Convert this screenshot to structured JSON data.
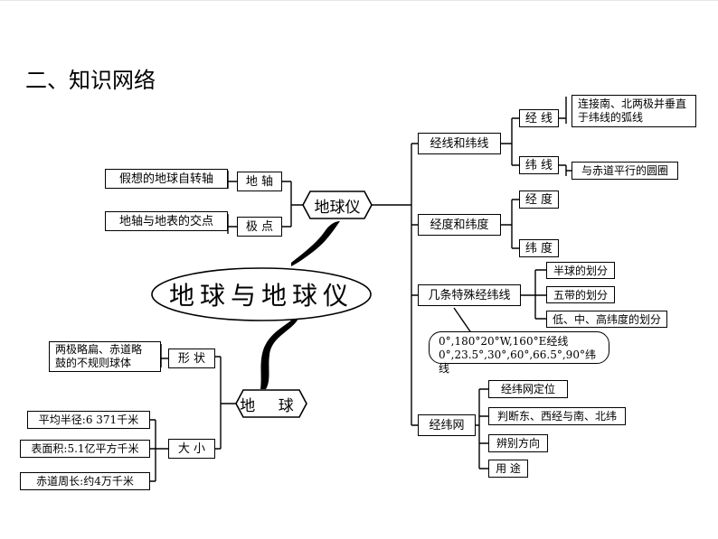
{
  "heading": "二、知识网络",
  "center": "地球与地球仪",
  "globe": {
    "label": "地球仪",
    "axis": {
      "label": "地 轴",
      "note": "假想的地球自转轴"
    },
    "pole": {
      "label": "极 点",
      "note": "地轴与地表的交点"
    },
    "lines": {
      "label": "经线和纬线",
      "meridian": {
        "label": "经 线",
        "note_line1": "连接南、北两极并垂直",
        "note_line2": "于纬线的弧线"
      },
      "parallel": {
        "label": "纬 线",
        "note": "与赤道平行的圆圈"
      }
    },
    "degrees": {
      "label": "经度和纬度",
      "longitude": "经 度",
      "latitude": "纬 度"
    },
    "special": {
      "label": "几条特殊经纬线",
      "items": [
        "半球的划分",
        "五带的划分",
        "低、中、高纬度的划分"
      ],
      "callout_line1": "0°,180°20°W,160°E经线",
      "callout_line2": "0°,23.5°,30°,60°,66.5°,90°纬线"
    },
    "grid": {
      "label": "经纬网",
      "items": [
        "经纬网定位",
        "判断东、西经与南、北纬",
        "辨别方向",
        "用 途"
      ]
    }
  },
  "earth": {
    "label": "地 球",
    "shape": {
      "label": "形 状",
      "note_line1": "两极略扁、赤道略",
      "note_line2": "鼓的不规则球体"
    },
    "size": {
      "label": "大 小",
      "items": [
        "平均半径:6 371千米",
        "表面积:5.1亿平方千米",
        "赤道周长:约4万千米"
      ]
    }
  }
}
